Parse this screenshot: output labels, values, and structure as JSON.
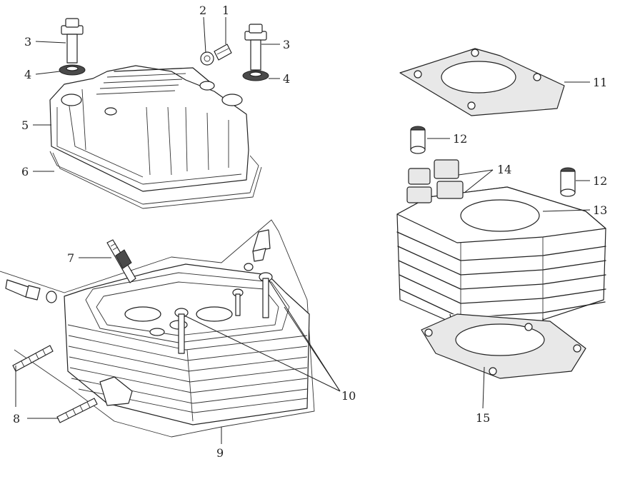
{
  "callouts": {
    "c1": "1",
    "c2": "2",
    "c3a": "3",
    "c3b": "3",
    "c4a": "4",
    "c4b": "4",
    "c5": "5",
    "c6": "6",
    "c7": "7",
    "c8": "8",
    "c9": "9",
    "c10": "10",
    "c11": "11",
    "c12a": "12",
    "c12b": "12",
    "c13": "13",
    "c14": "14",
    "c15": "15"
  }
}
